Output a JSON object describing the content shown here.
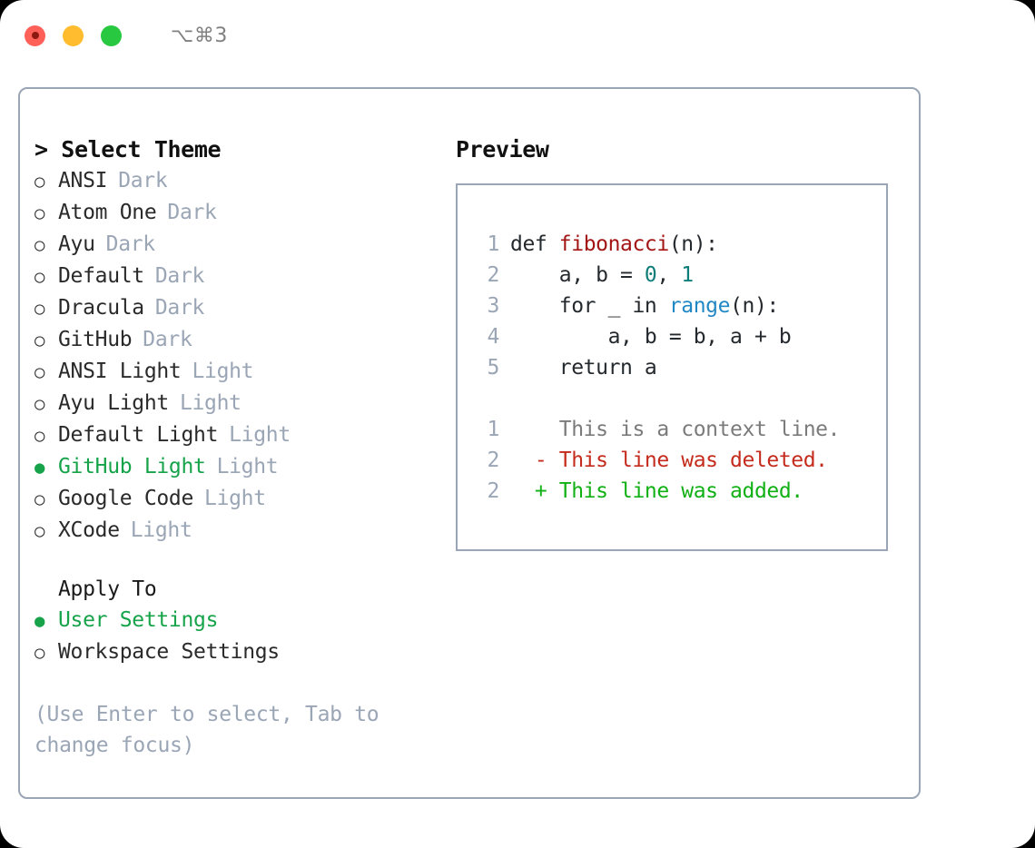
{
  "titlebar": {
    "shortcut": "⌥⌘3",
    "lights": [
      {
        "name": "close",
        "color": "#ff6058"
      },
      {
        "name": "minimize",
        "color": "#febc2e"
      },
      {
        "name": "maximize",
        "color": "#28c840"
      }
    ]
  },
  "theme_picker": {
    "heading": "> Select Theme",
    "items": [
      {
        "bullet": "○",
        "label": "ANSI",
        "tag": "Dark",
        "selected": false
      },
      {
        "bullet": "○",
        "label": "Atom One",
        "tag": "Dark",
        "selected": false
      },
      {
        "bullet": "○",
        "label": "Ayu",
        "tag": "Dark",
        "selected": false
      },
      {
        "bullet": "○",
        "label": "Default",
        "tag": "Dark",
        "selected": false
      },
      {
        "bullet": "○",
        "label": "Dracula",
        "tag": "Dark",
        "selected": false
      },
      {
        "bullet": "○",
        "label": "GitHub",
        "tag": "Dark",
        "selected": false
      },
      {
        "bullet": "○",
        "label": "ANSI Light",
        "tag": "Light",
        "selected": false
      },
      {
        "bullet": "○",
        "label": "Ayu Light",
        "tag": "Light",
        "selected": false
      },
      {
        "bullet": "○",
        "label": "Default Light",
        "tag": "Light",
        "selected": false
      },
      {
        "bullet": "●",
        "label": "GitHub Light",
        "tag": "Light",
        "selected": true
      },
      {
        "bullet": "○",
        "label": "Google Code",
        "tag": "Light",
        "selected": false
      },
      {
        "bullet": "○",
        "label": "XCode",
        "tag": "Light",
        "selected": false
      }
    ]
  },
  "apply_to": {
    "heading": "Apply To",
    "items": [
      {
        "bullet": "●",
        "label": "User Settings",
        "selected": true
      },
      {
        "bullet": "○",
        "label": "Workspace Settings",
        "selected": false
      }
    ]
  },
  "hint": "(Use Enter to select, Tab to change focus)",
  "preview": {
    "title": "Preview",
    "code_lines": [
      {
        "lno": "1",
        "parts": [
          {
            "t": "def ",
            "c": "ctext"
          },
          {
            "t": "fibonacci",
            "c": "tok-fn"
          },
          {
            "t": "(n):",
            "c": "ctext"
          }
        ]
      },
      {
        "lno": "2",
        "parts": [
          {
            "t": "    a, b = ",
            "c": "ctext"
          },
          {
            "t": "0",
            "c": "tok-num"
          },
          {
            "t": ", ",
            "c": "ctext"
          },
          {
            "t": "1",
            "c": "tok-num"
          }
        ]
      },
      {
        "lno": "3",
        "parts": [
          {
            "t": "    for _ in ",
            "c": "ctext"
          },
          {
            "t": "range",
            "c": "tok-call"
          },
          {
            "t": "(n):",
            "c": "ctext"
          }
        ]
      },
      {
        "lno": "4",
        "parts": [
          {
            "t": "        a, b = b, a + b",
            "c": "ctext"
          }
        ]
      },
      {
        "lno": "5",
        "parts": [
          {
            "t": "    return a",
            "c": "ctext"
          }
        ]
      }
    ],
    "diff_lines": [
      {
        "lno": "1",
        "marker": " ",
        "text": " This is a context line.",
        "cls": "diff-ctx"
      },
      {
        "lno": "2",
        "marker": "-",
        "text": " This line was deleted.",
        "cls": "diff-del"
      },
      {
        "lno": "2",
        "marker": "+",
        "text": " This line was added.",
        "cls": "diff-add"
      }
    ]
  },
  "colors": {
    "accent_green": "#16a34a",
    "muted": "#9aa5b5",
    "border": "#9aa5b5",
    "code_fn": "#a31515",
    "code_num": "#0d7d79",
    "code_call": "#2188c4",
    "diff_delete": "#c42b1c",
    "diff_add": "#11b015"
  }
}
